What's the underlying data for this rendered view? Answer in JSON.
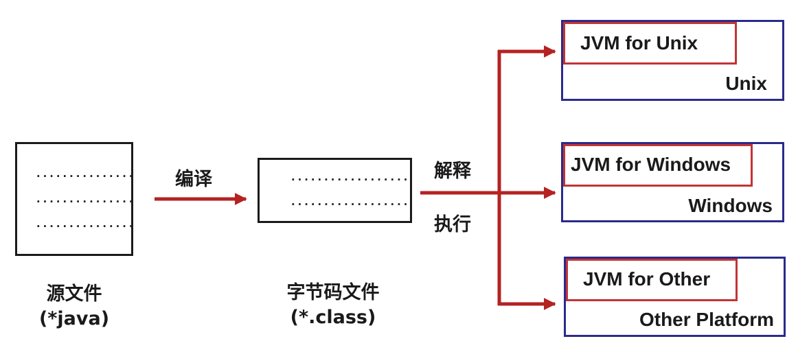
{
  "source_file": {
    "dot_lines": [
      "...............",
      "...............",
      "..............."
    ],
    "caption_line1": "源文件",
    "caption_line2": "(*java)"
  },
  "bytecode_file": {
    "dot_lines": [
      "..................",
      ".................."
    ],
    "caption_line1": "字节码文件",
    "caption_line2": "(*.class)"
  },
  "compile_label": "编译",
  "interpret_label": "解释",
  "execute_label": "执行",
  "platforms": [
    {
      "jvm": "JVM for Unix",
      "name": "Unix"
    },
    {
      "jvm": "JVM for Windows",
      "name": "Windows"
    },
    {
      "jvm": "JVM for Other",
      "name": "Other Platform"
    }
  ],
  "colors": {
    "arrow": "#b52222",
    "jvm_border": "#c23434",
    "platform_border": "#2a2a8c",
    "file_border": "#1a1a1a"
  }
}
